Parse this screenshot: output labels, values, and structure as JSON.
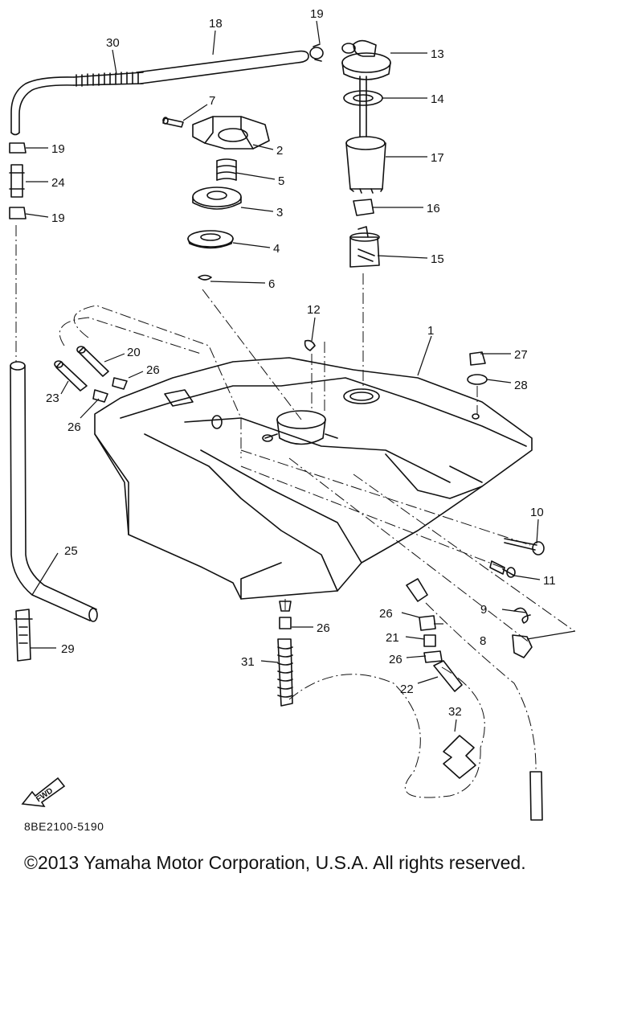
{
  "diagram_code": "8BE2100-5190",
  "copyright": "©2013 Yamaha Motor Corporation, U.S.A. All rights reserved.",
  "fwd_label": "FWD",
  "callouts": [
    "1",
    "2",
    "3",
    "4",
    "5",
    "6",
    "7",
    "8",
    "9",
    "10",
    "11",
    "12",
    "13",
    "14",
    "15",
    "16",
    "17",
    "18",
    "19",
    "19",
    "19",
    "20",
    "21",
    "22",
    "23",
    "24",
    "25",
    "26",
    "26",
    "26",
    "26",
    "26",
    "27",
    "28",
    "29",
    "30",
    "31",
    "32"
  ]
}
